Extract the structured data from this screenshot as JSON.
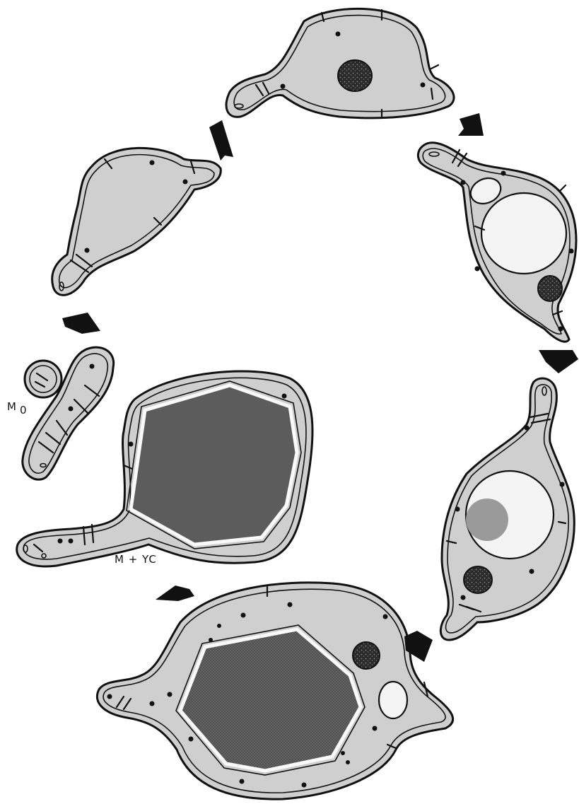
{
  "labels": {
    "m0": "M",
    "m0_sub": "0",
    "m_yc": "M + YC"
  },
  "colors": {
    "cytoplasm": "#cfcfcf",
    "crystal": "#5c5c5c",
    "vacuole": "#f4f4f4",
    "outline": "#111111"
  }
}
